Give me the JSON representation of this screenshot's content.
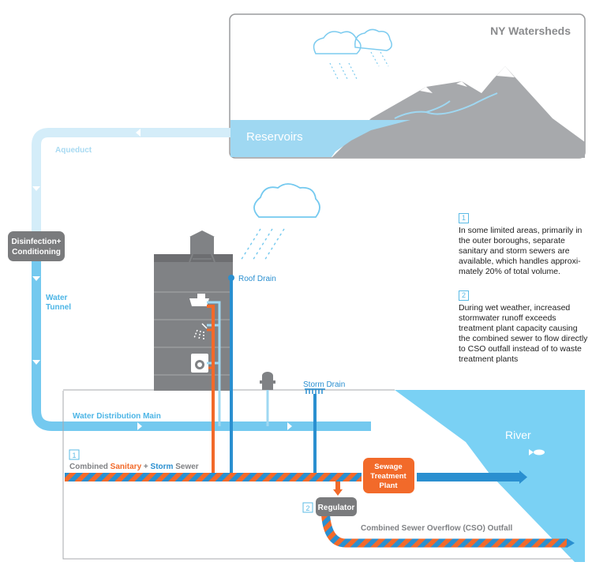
{
  "labels": {
    "ny_watersheds": "NY Watersheds",
    "reservoirs": "Reservoirs",
    "aqueduct": "Aqueduct",
    "disinfection_line1": "Disinfection+",
    "disinfection_line2": "Conditioning",
    "water_tunnel_line1": "Water",
    "water_tunnel_line2": "Tunnel",
    "roof_drain": "Roof Drain",
    "storm_drain": "Storm Drain",
    "water_distribution_main": "Water Distribution Main",
    "river": "River",
    "combined_prefix": "Combined ",
    "combined_sanitary": "Sanitary",
    "combined_plus": " + ",
    "combined_storm": "Storm",
    "combined_suffix": " Sewer",
    "treatment_line1": "Sewage",
    "treatment_line2": "Treatment",
    "treatment_line3": "Plant",
    "regulator": "Regulator",
    "cso_outfall": "Combined Sewer Overflow (CSO) Outfall",
    "marker_1": "1",
    "marker_2": "2"
  },
  "notes": [
    {
      "number": "1",
      "text": "In some limited areas, primarily in the outer boroughs, separate sanitary and storm sewers are available, which handles approxi-mately 20% of total volume."
    },
    {
      "number": "2",
      "text": "During wet weather, increased stormwater runoff exceeds treatment plant capacity causing the combined sewer to flow directly to CSO outfall instead of to waste treatment plants"
    }
  ],
  "colors": {
    "water_light": "#9fd8f2",
    "water_blue": "#74c9ef",
    "storm_blue": "#2a8fd0",
    "sanitary_orange": "#f26a2a",
    "gray": "#808285",
    "light_gray": "#cfd0d2",
    "river": "#7ad1f4"
  }
}
